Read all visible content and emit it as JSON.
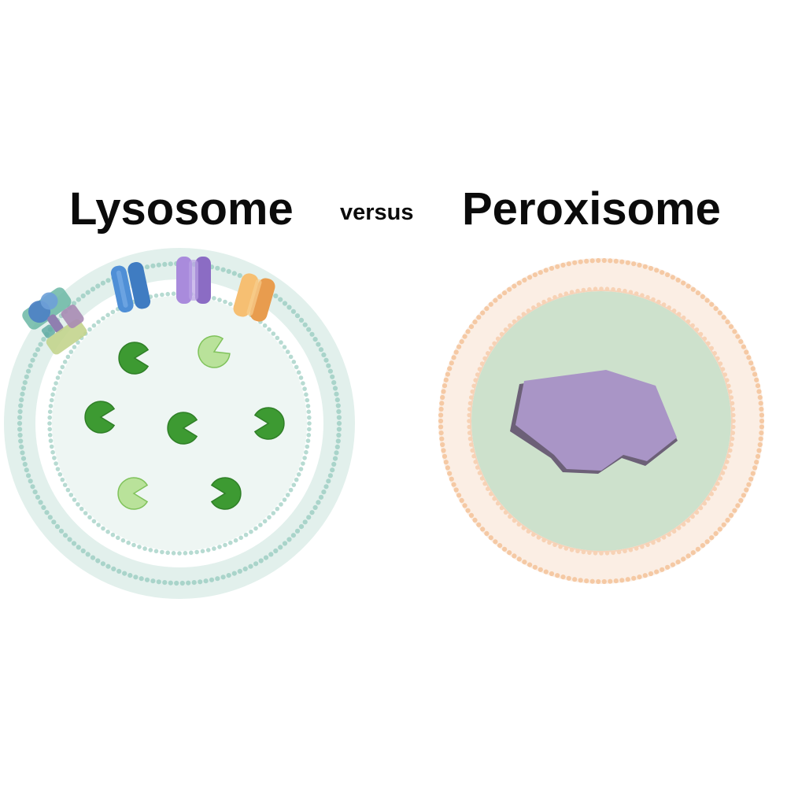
{
  "titles": {
    "left": "Lysosome",
    "middle": "versus",
    "right": "Peroxisome"
  },
  "colors": {
    "lysosome_membrane": "#9fcfc4",
    "lysosome_lumen": "#eef6f3",
    "enzyme_dark": "#3d9a32",
    "enzyme_light": "#b9e29a",
    "pump_blue": "#4f8fd6",
    "pump_purple": "#9b7fd0",
    "pump_orange": "#f2ad5e",
    "peroxisome_membrane": "#f2c29c",
    "peroxisome_lumen": "#cde1cc",
    "crystalloid_core": "#a995c6"
  },
  "icons": {
    "atpase": "v-atpase-icon",
    "enzyme": "hydrolase-enzyme-icon",
    "crystal": "crystalloid-core-icon"
  }
}
